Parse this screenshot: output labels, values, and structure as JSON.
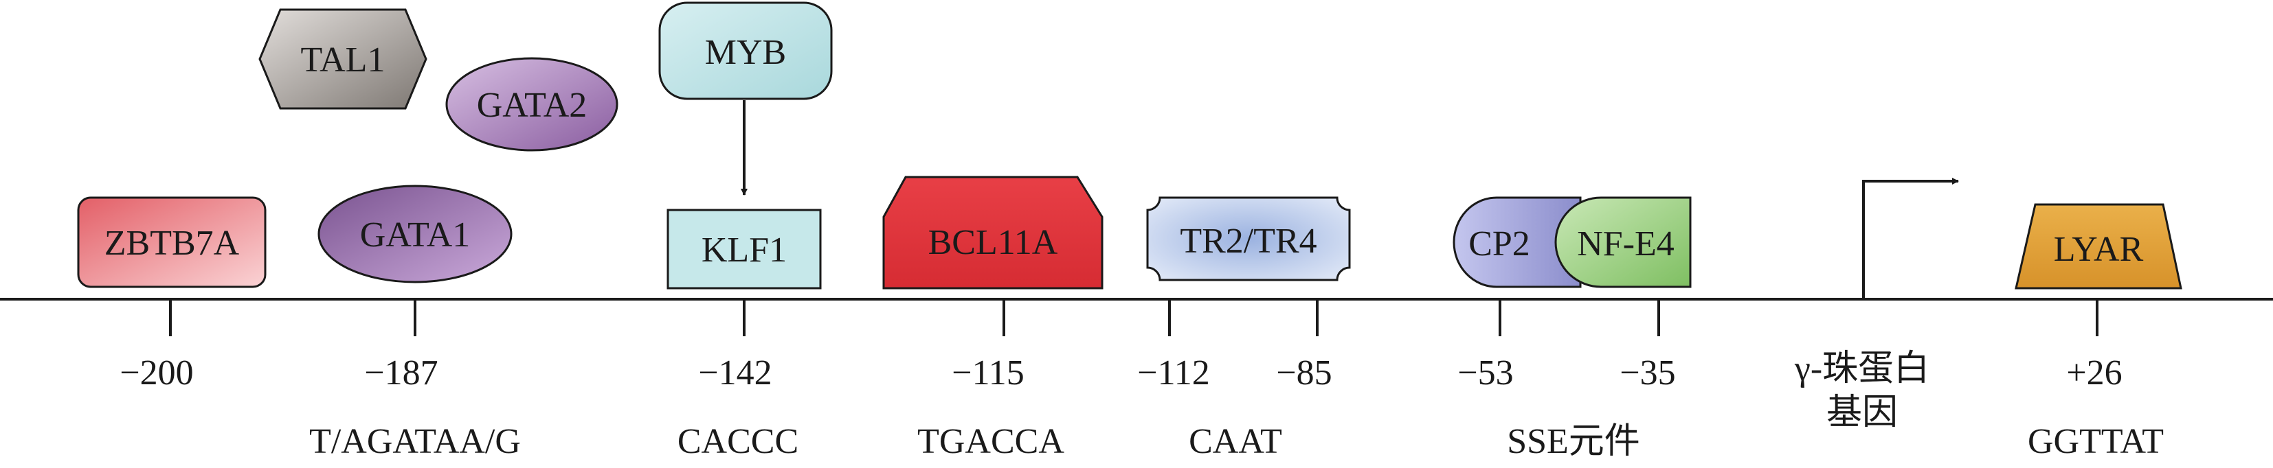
{
  "factors": {
    "tal1": "TAL1",
    "gata2": "GATA2",
    "myb": "MYB",
    "zbtb7a": "ZBTB7A",
    "gata1": "GATA1",
    "klf1": "KLF1",
    "bcl11a": "BCL11A",
    "tr2tr4": "TR2/TR4",
    "cp2": "CP2",
    "nfe4": "NF-E4",
    "lyar": "LYAR"
  },
  "positions": {
    "p200": "−200",
    "p187": "−187",
    "p142": "−142",
    "p115": "−115",
    "p112": "−112",
    "p85": "−85",
    "p53": "−53",
    "p35": "−35",
    "p26": "+26"
  },
  "motifs": {
    "gata": "T/AGATAA/G",
    "caccc": "CACCC",
    "tgacca": "TGACCA",
    "caat": "CAAT",
    "sse": "SSE元件",
    "ggttat": "GGTTAT"
  },
  "gene": {
    "line1": "γ-珠蛋白",
    "line2": "基因"
  },
  "colors": {
    "tal1": "#9e9893",
    "gata": "#a87fb8",
    "myb": "#bfe3e6",
    "zbtb7a": "#ef8a90",
    "klf1": "#c6e8ea",
    "bcl11a": "#e0343c",
    "tr2tr4": "#c6d4ee",
    "cp2": "#9d9fd6",
    "nfe4": "#9fcf86",
    "lyar": "#e2a23a"
  }
}
